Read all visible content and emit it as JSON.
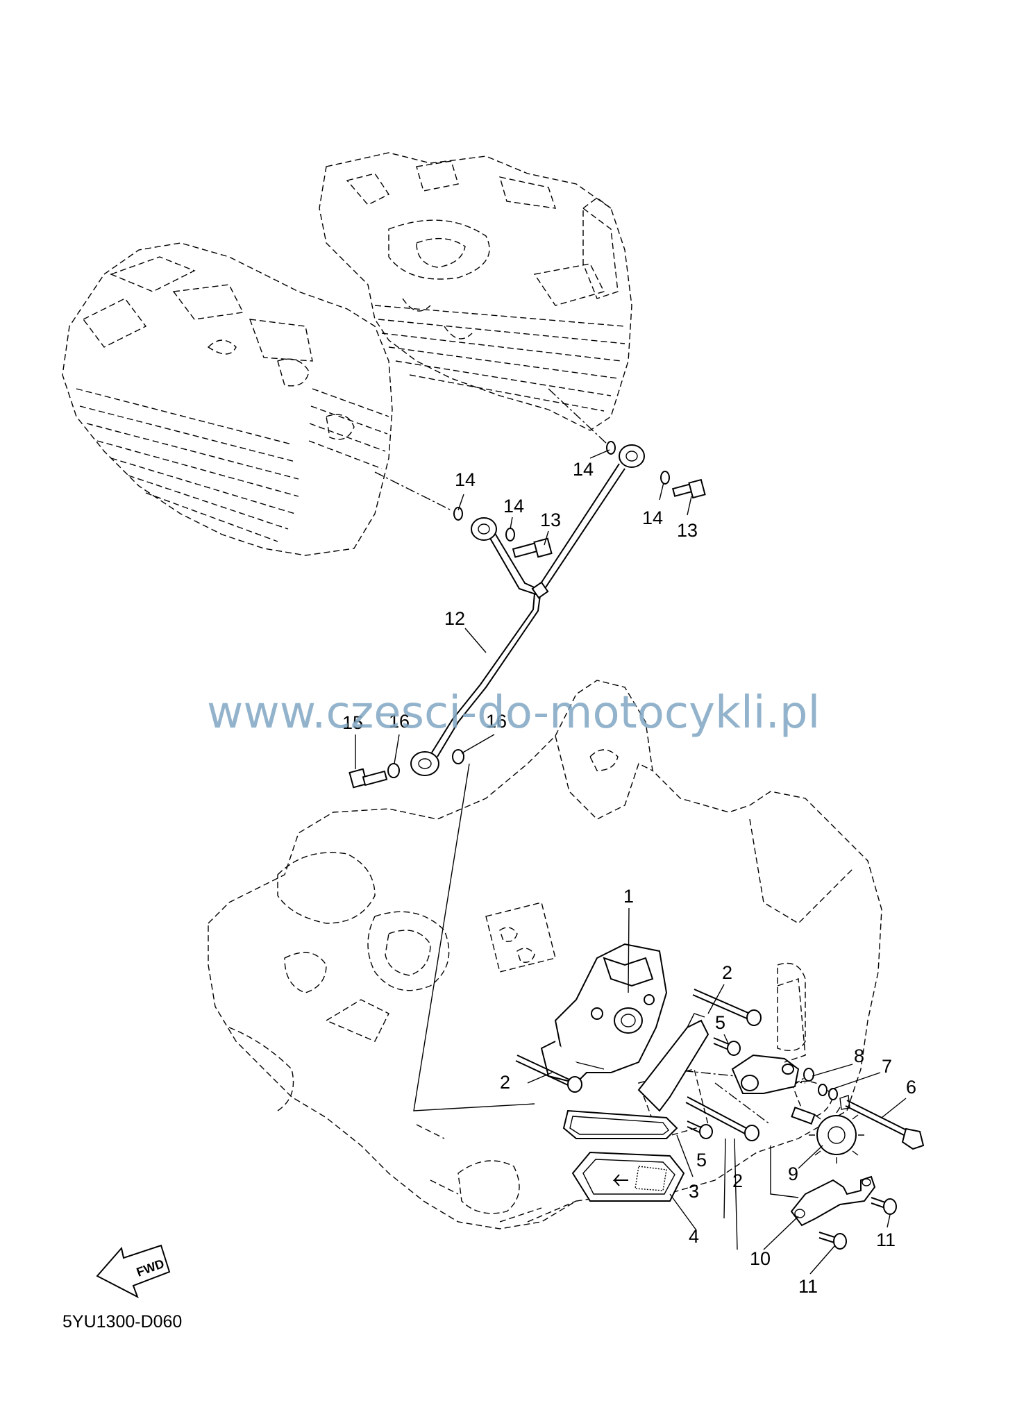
{
  "watermark": "www.czesci-do-motocykli.pl",
  "drawing_code": "5YU1300-D060",
  "fwd_label": "FWD",
  "colors": {
    "watermark": "#7fa6c2",
    "line": "#000000",
    "background": "#ffffff"
  },
  "callouts": {
    "p1": "1",
    "p2a": "2",
    "p2b": "2",
    "p2c": "2",
    "p3": "3",
    "p4": "4",
    "p5a": "5",
    "p5b": "5",
    "p6": "6",
    "p7": "7",
    "p8": "8",
    "p9": "9",
    "p10": "10",
    "p11a": "11",
    "p11b": "11",
    "p12": "12",
    "p13a": "13",
    "p13b": "13",
    "p14a": "14",
    "p14b": "14",
    "p14c": "14",
    "p14d": "14",
    "p15": "15",
    "p16a": "16",
    "p16b": "16"
  }
}
